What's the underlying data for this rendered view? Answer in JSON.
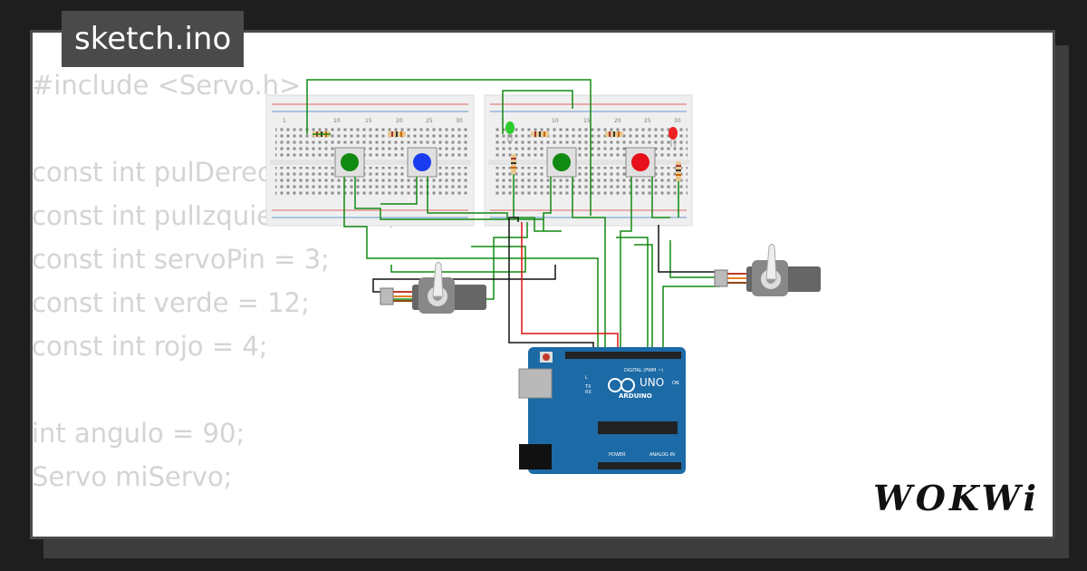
{
  "project": {
    "file_name": "sketch.ino"
  },
  "code_lines": [
    "#include <Servo.h>",
    "",
    "const int pulDerecho = 10;",
    "const int pulIzquierdo = 11;",
    "const int servoPin = 3;",
    "const int verde = 12;",
    "const int rojo = 4;",
    "",
    "int angulo = 90;",
    "Servo miServo;"
  ],
  "circuit": {
    "board": {
      "brand": "ARDUINO",
      "model": "UNO",
      "digital_label": "DIGITAL (PWM ~)",
      "analog_label": "ANALOG IN",
      "power_label": "POWER",
      "tx_label": "TX",
      "rx_label": "RX",
      "on_label": "ON",
      "l_label": "L"
    },
    "breadboard_numbers": [
      "1",
      "10",
      "15",
      "20",
      "25",
      "30"
    ],
    "colors": {
      "wire_green": "#118a11",
      "wire_black": "#111111",
      "wire_red": "#d11",
      "board_blue": "#1c6aa6",
      "breadboard": "#efefef",
      "button_green": "#118a11",
      "button_blue": "#1a3cf0",
      "button_red": "#e8101a",
      "led_green": "#2ecc2e",
      "led_red": "#ee2222"
    }
  },
  "brand_logo": "WOKWi"
}
